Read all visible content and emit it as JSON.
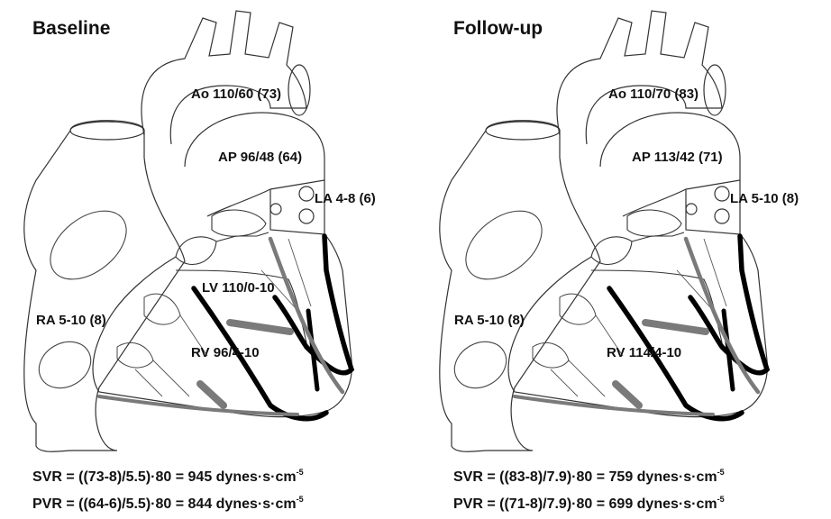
{
  "panels": [
    {
      "title": "Baseline",
      "labels": {
        "ao": "Ao 110/60 (73)",
        "ap": "AP 96/48 (64)",
        "la": "LA 4-8 (6)",
        "lv": "LV 110/0-10",
        "ra": "RA 5-10 (8)",
        "rv": "RV 96/4-10"
      },
      "svr": "SVR = ((73-8)/5.5)·80 = 945 dynes·s·cm",
      "pvr": "PVR = ((64-6)/5.5)·80 = 844 dynes·s·cm",
      "exponent": "-5"
    },
    {
      "title": "Follow-up",
      "labels": {
        "ao": "Ao 110/70 (83)",
        "ap": "AP 113/42 (71)",
        "la": "LA 5-10 (8)",
        "lv": "",
        "ra": "RA 5-10 (8)",
        "rv": "RV 114/4-10"
      },
      "svr": "SVR = ((83-8)/7.9)·80 = 759 dynes·s·cm",
      "pvr": "PVR = ((71-8)/7.9)·80 = 699 dynes·s·cm",
      "exponent": "-5"
    }
  ],
  "colors": {
    "outline": "#333333",
    "lead_black": "#000000",
    "lead_gray": "#7a7a7a"
  }
}
